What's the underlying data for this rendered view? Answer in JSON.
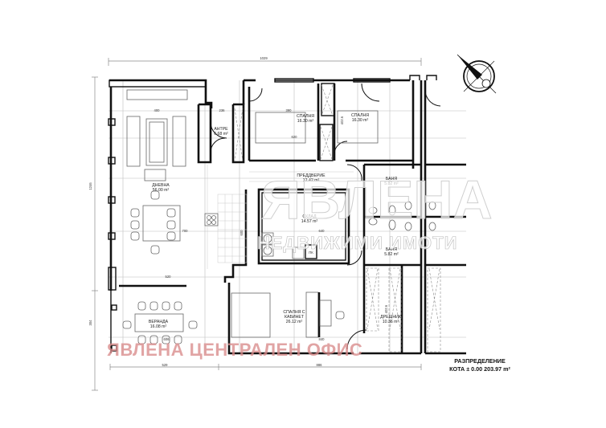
{
  "plan": {
    "title": "РАЗПРЕДЕЛЕНИЕ",
    "level": "КОТА ± 0.00 203.97 m²",
    "rooms": [
      {
        "name": "ДНЕВНА",
        "area": "56.00 m²"
      },
      {
        "name": "АНТРЕ",
        "area": "6.68 m²"
      },
      {
        "name": "СПАЛНЯ",
        "area": "16.30 m²"
      },
      {
        "name": "СПАЛНЯ",
        "area": "16.30 m²"
      },
      {
        "name": "ПРЕДДВЕРИЕ",
        "area": "12.42 m²"
      },
      {
        "name": "БАНЯ",
        "area": "5.82 m²"
      },
      {
        "name": "СКЛАД",
        "area": "14.57 m²"
      },
      {
        "name": "БАНЯ",
        "area": "5.82 m²"
      },
      {
        "name": "ВЕРАНДА",
        "area": "16.08 m²"
      },
      {
        "name": "СПАЛНЯ С",
        "name2": "КАБИНЕТ",
        "area": "26.12 m²"
      },
      {
        "name": "ДРЕШНИК",
        "area": "10.36 m²"
      }
    ],
    "dimensions": {
      "top_total": "1029",
      "left_total": "1246",
      "left_lower": "304",
      "bottom_left": "529",
      "bottom_right": "886",
      "d400": "400",
      "d236": "236",
      "d390": "390",
      "d620": "620",
      "d520": "520",
      "d700": "700",
      "d606": "606",
      "d840": "840",
      "d962": "962",
      "d4026": "402.6",
      "d640": "640",
      "d600": "600"
    },
    "fixtures": {
      "boiler_label": "ПК"
    }
  },
  "watermarks": {
    "brand": "ЯВЛЕНА",
    "brand_sub": "НЕДВИЖИМИ ИМОТИ",
    "office": "ЯВЛЕНА ЦЕНТРАЛЕН ОФИС"
  },
  "colors": {
    "wall": "#111111",
    "watermark_red": "#d98a8a",
    "background": "#ffffff"
  }
}
